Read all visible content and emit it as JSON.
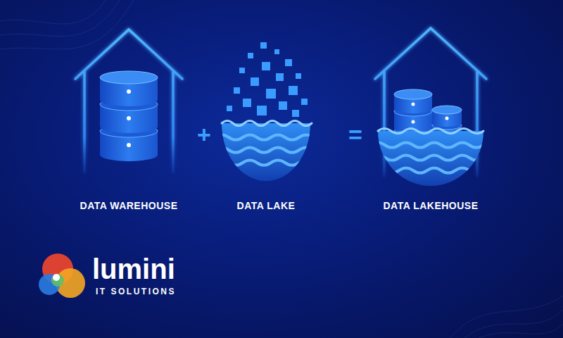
{
  "diagram": {
    "nodes": [
      {
        "text": [
          "DATA WAREHOUSE"
        ]
      },
      {
        "text": [
          "DATA LAKE"
        ]
      },
      {
        "text": [
          "DATA LAKEHOUSE"
        ]
      }
    ],
    "labels": [
      "+",
      "=",
      "lumini",
      "IT SOLUTIONS"
    ]
  }
}
